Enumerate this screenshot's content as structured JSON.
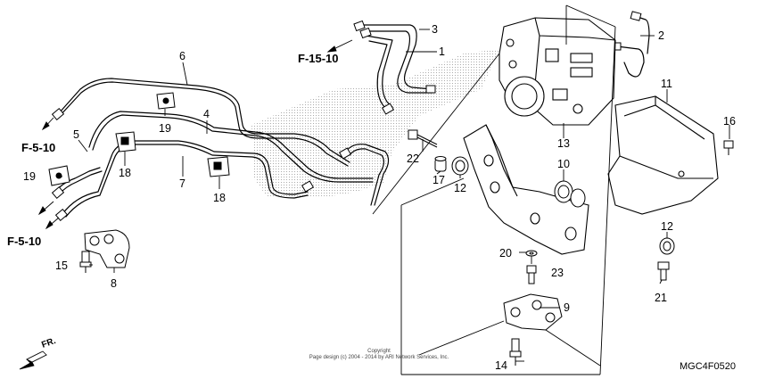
{
  "callouts": [
    {
      "id": "1",
      "text": "1"
    },
    {
      "id": "2",
      "text": "2"
    },
    {
      "id": "3",
      "text": "3"
    },
    {
      "id": "4",
      "text": "4"
    },
    {
      "id": "5",
      "text": "5"
    },
    {
      "id": "6",
      "text": "6"
    },
    {
      "id": "7",
      "text": "7"
    },
    {
      "id": "8",
      "text": "8"
    },
    {
      "id": "9",
      "text": "9"
    },
    {
      "id": "10",
      "text": "10"
    },
    {
      "id": "11",
      "text": "11"
    },
    {
      "id": "12a",
      "text": "12"
    },
    {
      "id": "12b",
      "text": "12"
    },
    {
      "id": "13",
      "text": "13"
    },
    {
      "id": "14",
      "text": "14"
    },
    {
      "id": "15",
      "text": "15"
    },
    {
      "id": "16",
      "text": "16"
    },
    {
      "id": "17",
      "text": "17"
    },
    {
      "id": "18a",
      "text": "18"
    },
    {
      "id": "18b",
      "text": "18"
    },
    {
      "id": "19a",
      "text": "19"
    },
    {
      "id": "19b",
      "text": "19"
    },
    {
      "id": "20",
      "text": "20"
    },
    {
      "id": "21",
      "text": "21"
    },
    {
      "id": "22",
      "text": "22"
    },
    {
      "id": "23",
      "text": "23"
    }
  ],
  "references": {
    "f15": "F-15-10",
    "f5_upper": "F-5-10",
    "f5_lower": "F-5-10"
  },
  "copyright_line1": "Copyright",
  "copyright_line2": "Page design (c) 2004 - 2014 by ARI Network Services, Inc.",
  "diagram_code": "MGC4F0520",
  "direction_label": "FR."
}
